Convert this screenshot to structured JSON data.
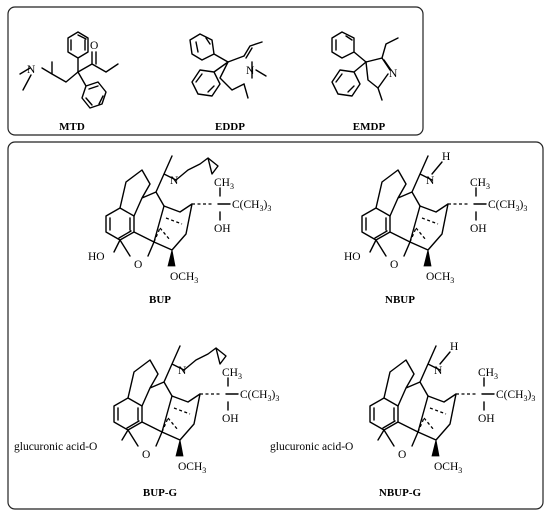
{
  "panels": {
    "top": {
      "compounds": [
        {
          "id": "mtd",
          "caption": "MTD",
          "atoms": {
            "n": "N",
            "o": "O"
          }
        },
        {
          "id": "eddp",
          "caption": "EDDP",
          "atoms": {
            "n": "N"
          }
        },
        {
          "id": "emdp",
          "caption": "EMDP",
          "atoms": {
            "n": "N"
          }
        }
      ]
    },
    "bottom": {
      "compounds": [
        {
          "id": "bup",
          "caption": "BUP",
          "atoms": {
            "n": "N",
            "ho": "HO",
            "o_ring": "O",
            "och3": "OCH",
            "och3_sub": "3",
            "ch3": "CH",
            "ch3_sub": "3",
            "oh": "OH",
            "tbu": "C(CH",
            "tbu_sub": "3",
            "tbu_close": ")",
            "tbu_sub2": "3"
          }
        },
        {
          "id": "nbup",
          "caption": "NBUP",
          "atoms": {
            "n": "N",
            "h": "H",
            "ho": "HO",
            "o_ring": "O",
            "och3": "OCH",
            "och3_sub": "3",
            "ch3": "CH",
            "ch3_sub": "3",
            "oh": "OH",
            "tbu": "C(CH",
            "tbu_sub": "3",
            "tbu_close": ")",
            "tbu_sub2": "3"
          }
        },
        {
          "id": "bupg",
          "caption": "BUP-G",
          "atoms": {
            "n": "N",
            "glu": "glucuronic acid-O",
            "o_ring": "O",
            "och3": "OCH",
            "och3_sub": "3",
            "ch3": "CH",
            "ch3_sub": "3",
            "oh": "OH",
            "tbu": "C(CH",
            "tbu_sub": "3",
            "tbu_close": ")",
            "tbu_sub2": "3"
          }
        },
        {
          "id": "nbupg",
          "caption": "NBUP-G",
          "atoms": {
            "n": "N",
            "h": "H",
            "glu": "glucuronic acid-O",
            "o_ring": "O",
            "och3": "OCH",
            "och3_sub": "3",
            "ch3": "CH",
            "ch3_sub": "3",
            "oh": "OH",
            "tbu": "C(CH",
            "tbu_sub": "3",
            "tbu_close": ")",
            "tbu_sub2": "3"
          }
        }
      ]
    }
  }
}
